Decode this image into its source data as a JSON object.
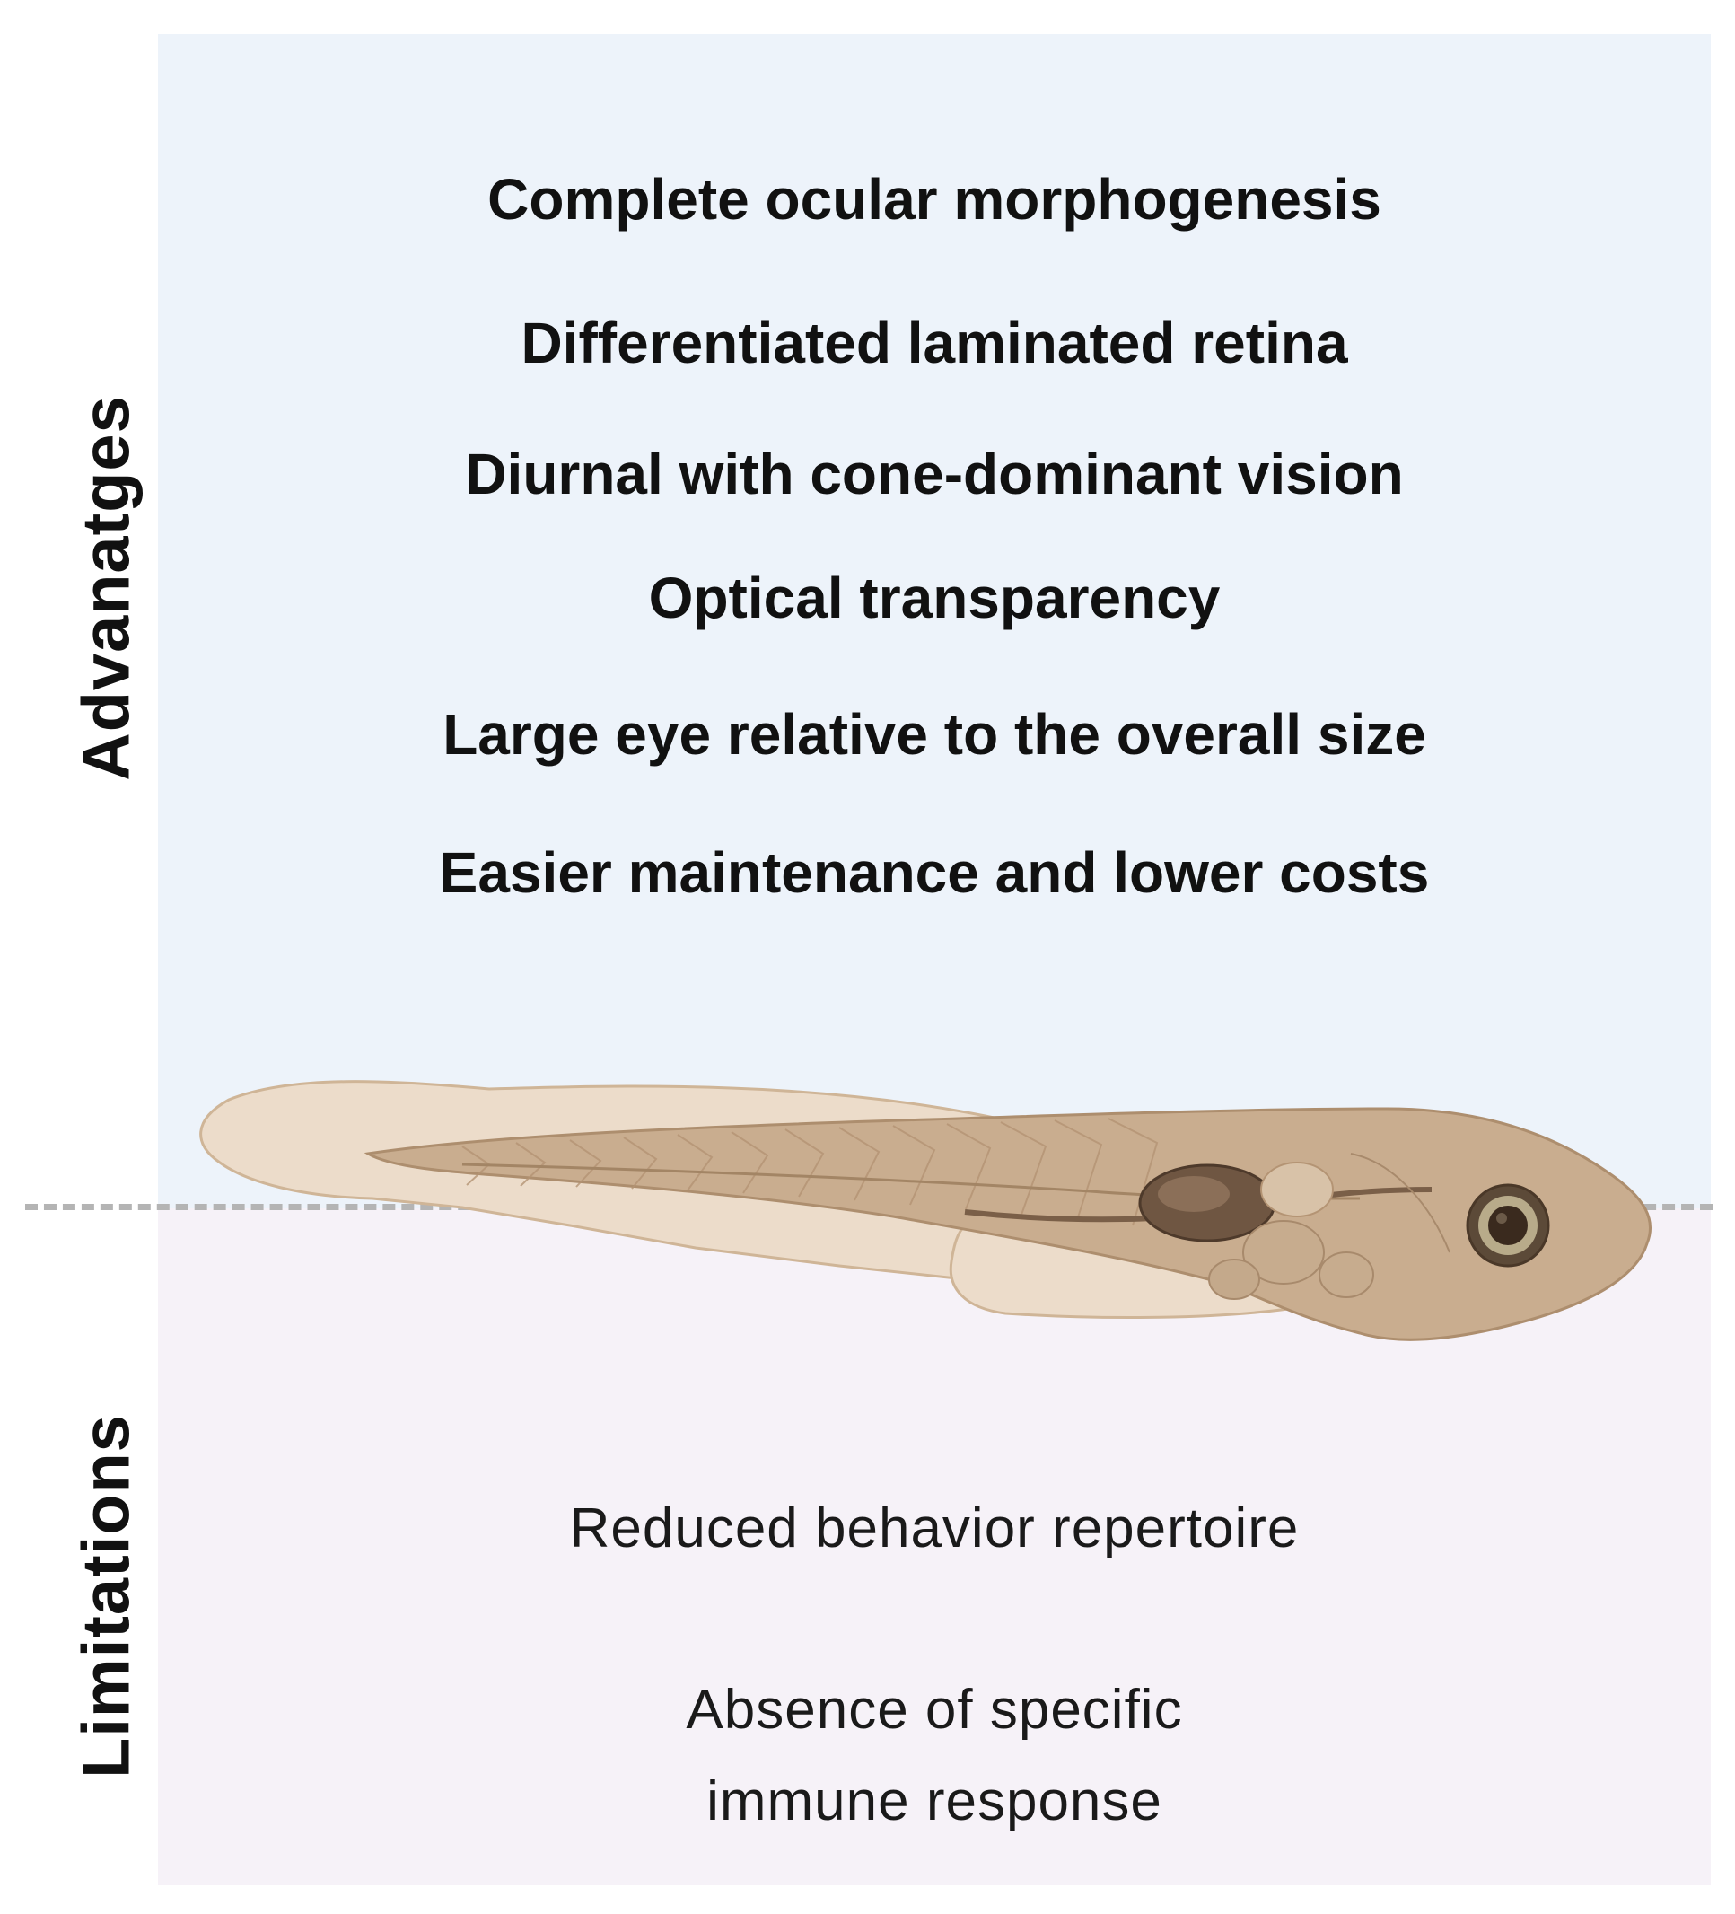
{
  "advantages": {
    "label": "Advanatges",
    "items": [
      "Complete ocular morphogenesis",
      "Differentiated laminated retina",
      "Diurnal with cone-dominant vision",
      "Optical transparency",
      "Large eye relative to the overall size",
      "Easier maintenance and lower costs"
    ]
  },
  "limitations": {
    "label": "Limitations",
    "items": [
      "Reduced behavior repertoire",
      "Absence of specific immune response"
    ]
  },
  "illustration": {
    "icon": "zebrafish-larva-icon"
  },
  "colors": {
    "advantages_bg": "#edf3fa",
    "limitations_bg": "#f6f2f8",
    "divider": "#b4b4b4",
    "fish_body": "#c9ad8f",
    "fish_fin": "#ead9c6"
  }
}
